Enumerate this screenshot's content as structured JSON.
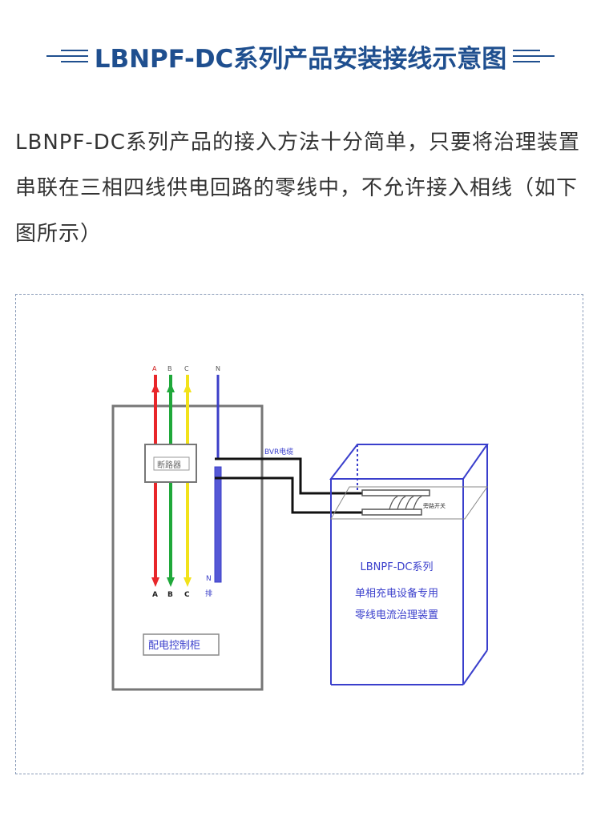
{
  "header": {
    "title": "LBNPF-DC系列产品安装接线示意图"
  },
  "intro": {
    "text": "LBNPF-DC系列产品的接入方法十分简单，只要将治理装置串联在三相四线供电回路的零线中，不允许接入相线（如下图所示）"
  },
  "diagram": {
    "phase_labels_top": [
      "A",
      "B",
      "C"
    ],
    "neutral_label_top": "N",
    "phase_labels_bottom": [
      "A",
      "B",
      "C"
    ],
    "neutral_bar_label_1": "N",
    "neutral_bar_label_2": "排",
    "breaker_label": "断路器",
    "cabinet_label": "配电控制柜",
    "cable_label": "BVR电缆",
    "bypass_label": "旁路开关",
    "device_line1": "LBNPF-DC系列",
    "device_line2": "单相充电设备专用",
    "device_line3": "零线电流治理装置",
    "colors": {
      "phase_a": "#e8262a",
      "phase_b": "#1fa83a",
      "phase_c": "#f2e21a",
      "neutral": "#3b3fc8",
      "device_box": "#3a3fcc",
      "cable": "#111111"
    }
  }
}
